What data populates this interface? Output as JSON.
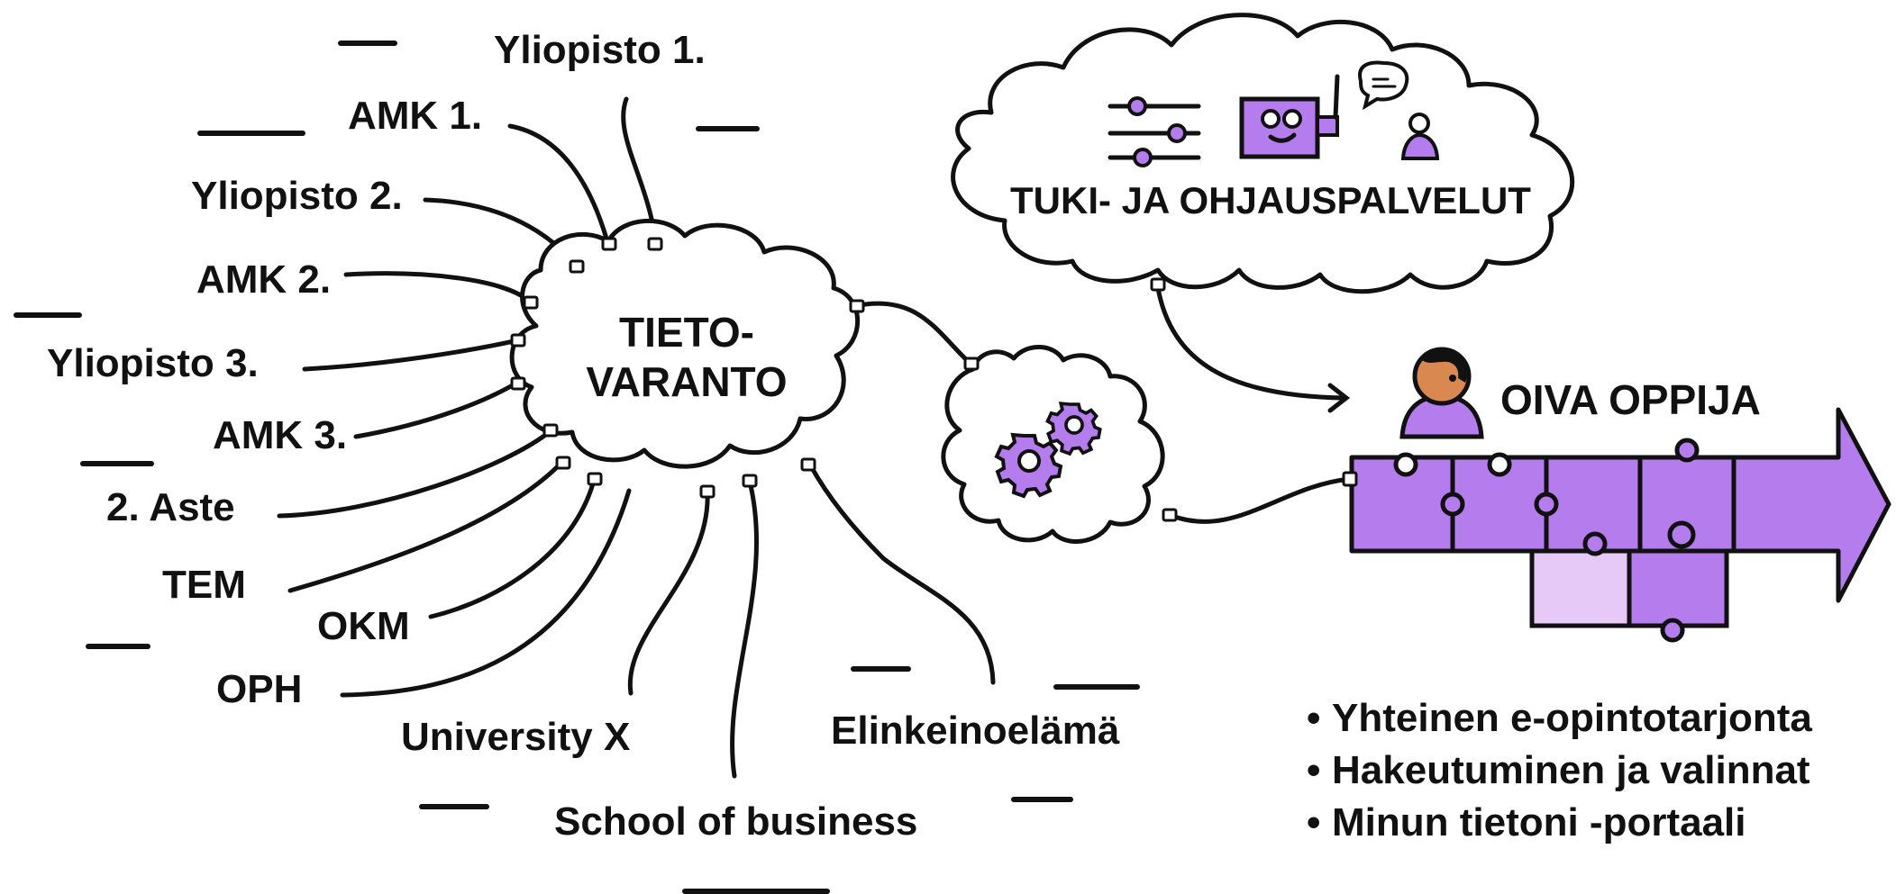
{
  "hub": {
    "line1": "TIETO-",
    "line2": "VARANTO"
  },
  "sources": [
    "Yliopisto 1.",
    "AMK 1.",
    "Yliopisto 2.",
    "AMK 2.",
    "Yliopisto 3.",
    "AMK 3.",
    "2. Aste",
    "TEM",
    "OKM",
    "OPH",
    "University X",
    "School of business",
    "Elinkeinoelämä"
  ],
  "support": {
    "title": "TUKI- JA OHJAUSPALVELUT",
    "icons": [
      "sliders-icon",
      "robot-icon",
      "person-chat-icon"
    ]
  },
  "processing": {
    "icons": [
      "gear-icon",
      "gear-icon"
    ]
  },
  "learner": {
    "title": "OIVA OPPIJA",
    "icon": "person-icon"
  },
  "services": [
    "Yhteinen e-opintotarjonta",
    "Hakeutuminen ja valinnat",
    "Minun tietoni -portaali"
  ],
  "bullet": "•",
  "colors": {
    "purple": "#b57ced",
    "purple_dark": "#9a5fdc",
    "purple_light": "#e6c9f7",
    "skin": "#d9894f",
    "ink": "#111111"
  }
}
